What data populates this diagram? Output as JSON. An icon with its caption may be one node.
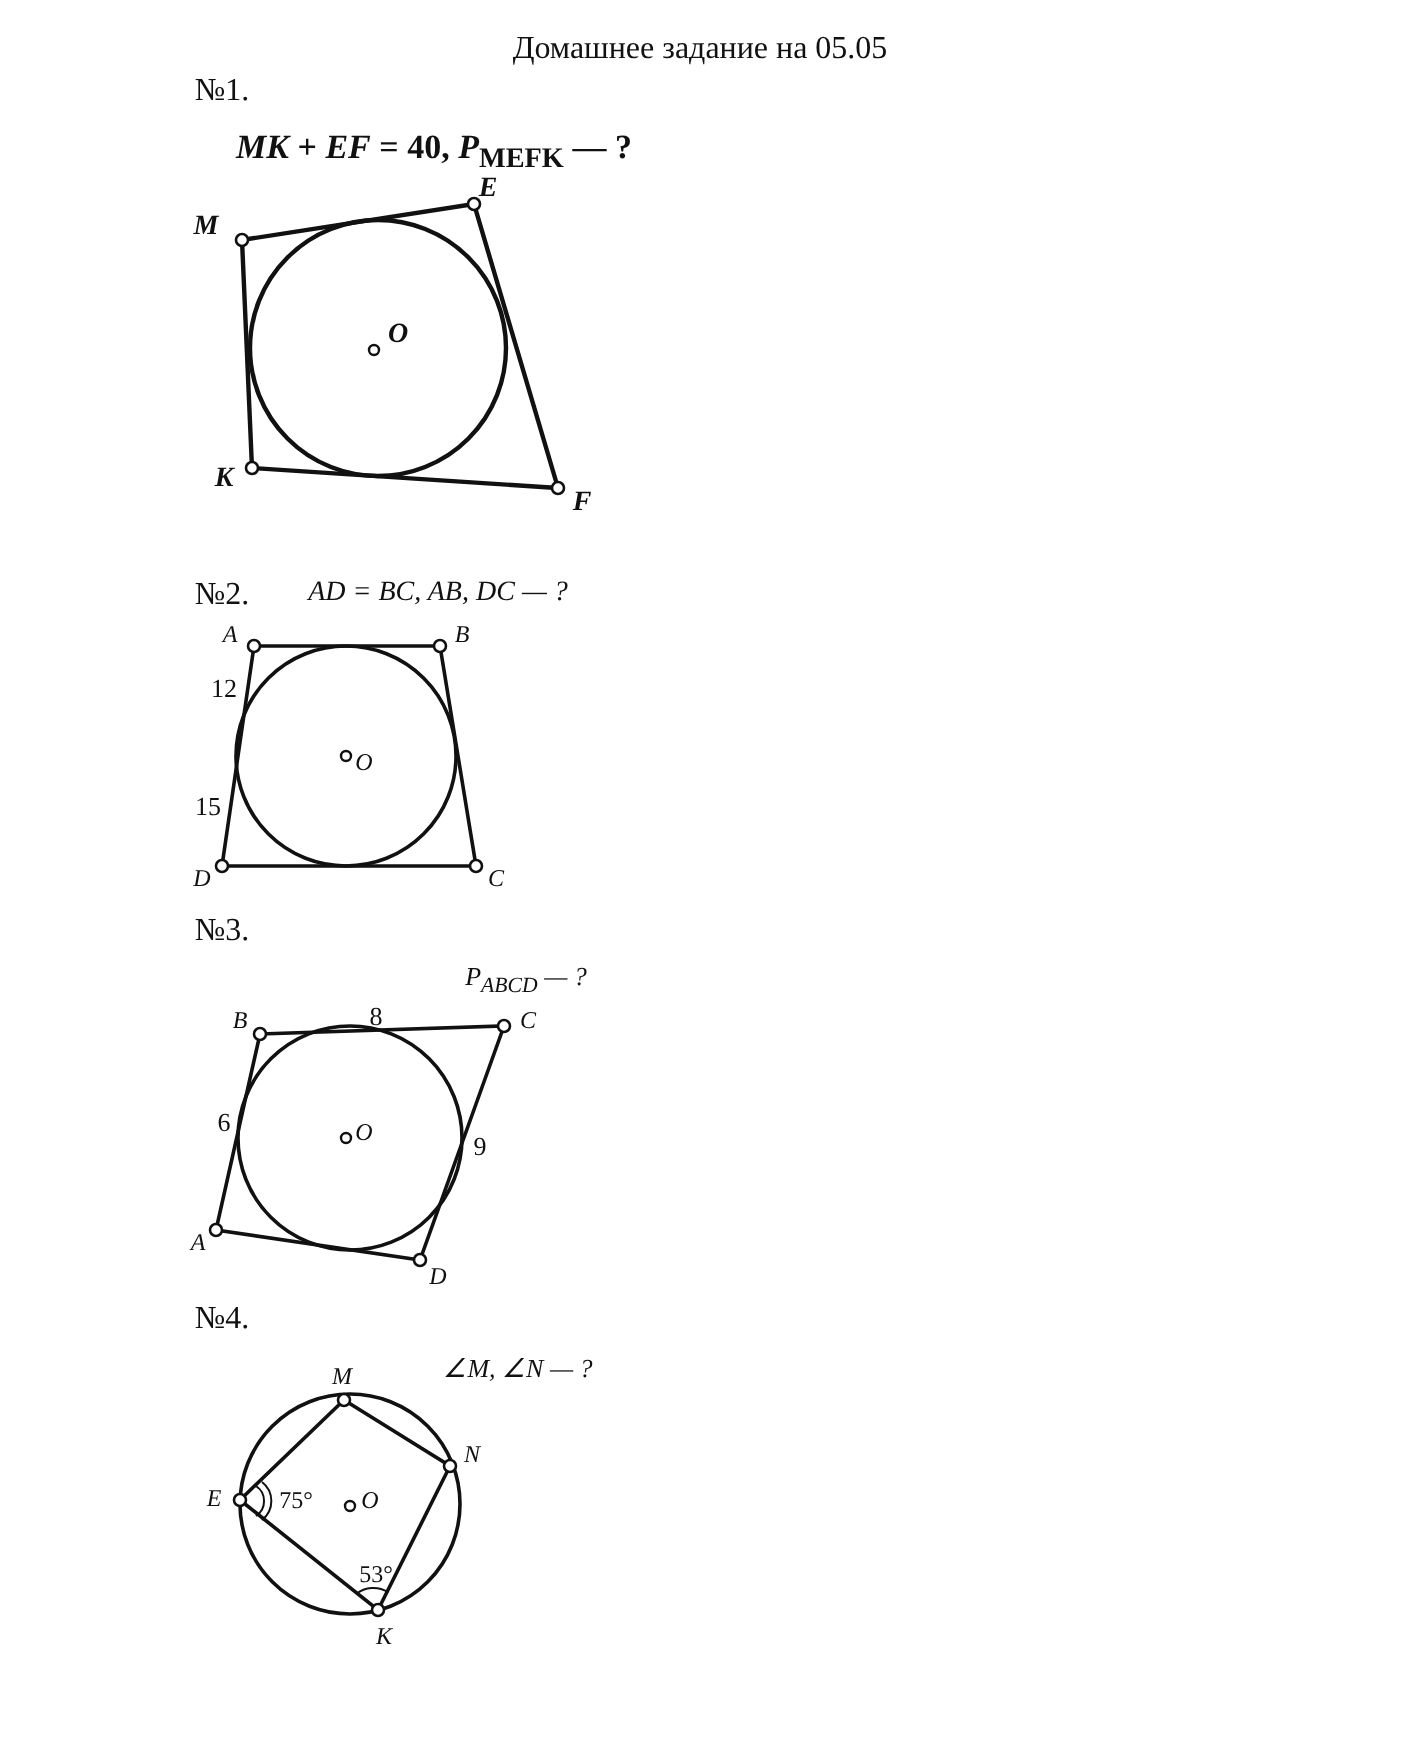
{
  "diagram": {
    "title": "Домашнее задание на 05.05",
    "labels": [
      "№1.",
      "*MK* + *EF* = 40, *P*$_{MEFK}$ — ?",
      "M",
      "E",
      "O",
      "K",
      "F",
      "№2.",
      "*AD* = *BC*,  *AB*, *DC* — ?",
      "A",
      "B",
      "12",
      "O",
      "15",
      "D",
      "C",
      "№3.",
      "*P*$_{ABCD}$ — ?",
      "B",
      "8",
      "C",
      "6",
      "O",
      "9",
      "A",
      "D",
      "№4.",
      "∠*M*, ∠*N* — ?",
      "M",
      "N",
      "E",
      "75°",
      "O",
      "53°",
      "K"
    ]
  }
}
